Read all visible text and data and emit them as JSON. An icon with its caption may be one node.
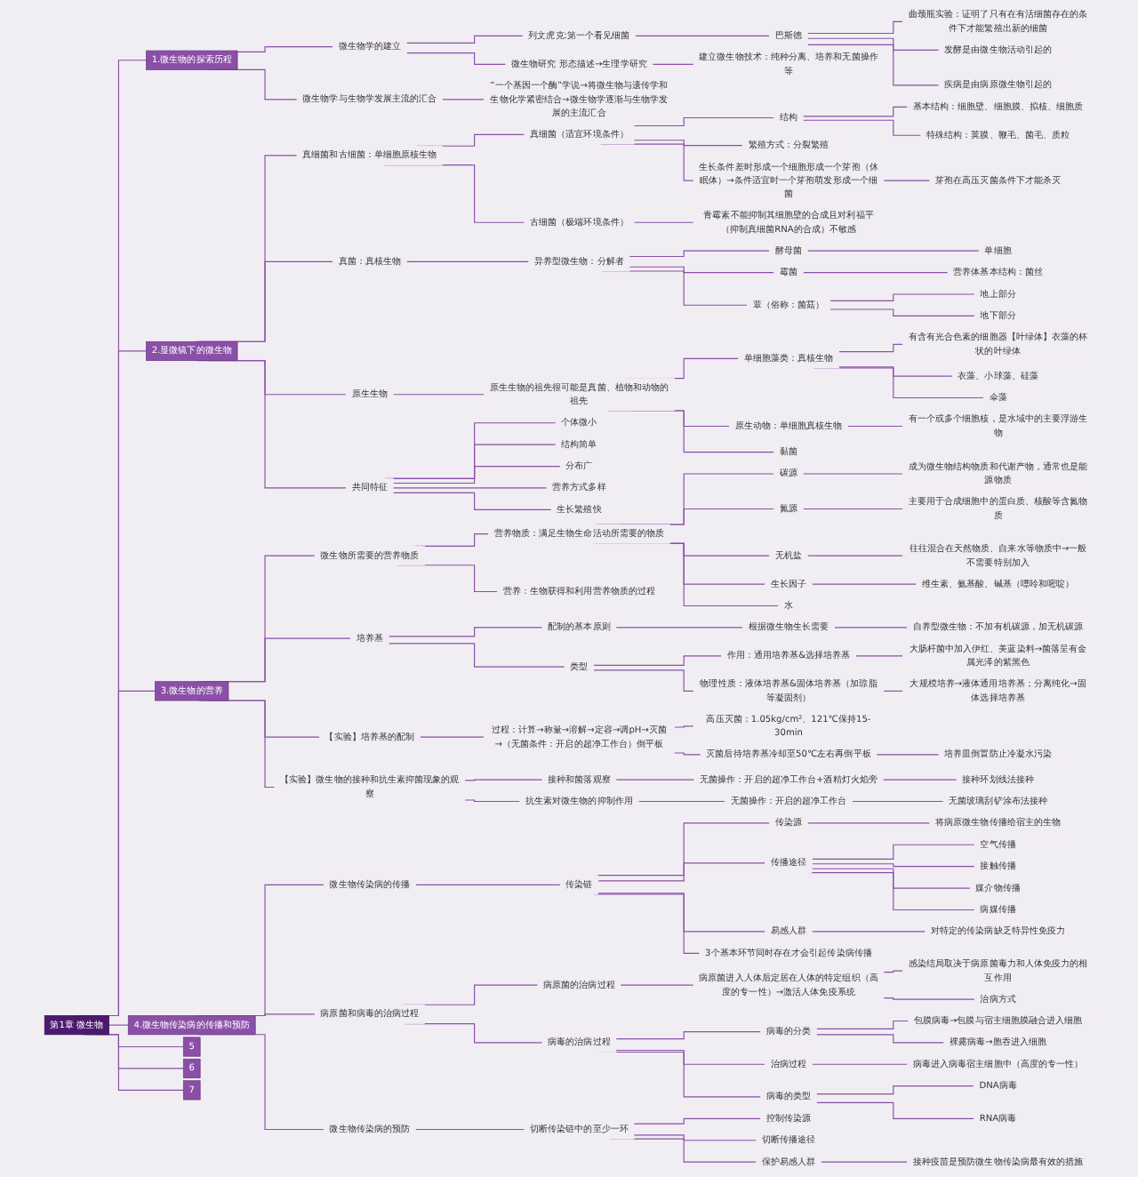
{
  "diagram": {
    "nodes": [
      {
        "text": [
          "第1章 微生物"
        ]
      },
      {
        "text": [
          "1.微生物的探索历程"
        ]
      },
      {
        "text": [
          "微生物学的建立"
        ]
      },
      {
        "text": [
          "列文虎克:第一个看见细菌"
        ]
      },
      {
        "text": [
          "巴斯德"
        ]
      },
      {
        "text": [
          "曲颈瓶实验：证明了只有在有活细菌存在的条件下才能繁殖出新的细菌"
        ]
      },
      {
        "text": [
          "发酵是由微生物活动引起的"
        ]
      },
      {
        "text": [
          "疾病是由病原微生物引起的"
        ]
      },
      {
        "text": [
          "微生物研究 形态描述→生理学研究"
        ]
      },
      {
        "text": [
          "建立微生物技术：纯种分离、培养和无菌操作等"
        ]
      },
      {
        "text": [
          "微生物学与生物学发展主流的汇合"
        ]
      },
      {
        "text": [
          "“一个基因一个酶”学说→将微生物与遗传学和生物化学紧密结合→微生物学逐渐与生物学发展的主流汇合"
        ]
      },
      {
        "text": [
          "2.显微镜下的微生物"
        ]
      },
      {
        "text": [
          "真细菌和古细菌：单细胞原核生物"
        ]
      },
      {
        "text": [
          "真细菌（适宜环境条件）"
        ]
      },
      {
        "text": [
          "结构"
        ]
      },
      {
        "text": [
          "基本结构：细胞壁、细胞膜、拟核、细胞质"
        ]
      },
      {
        "text": [
          "特殊结构：荚膜、鞭毛、菌毛、质粒"
        ]
      },
      {
        "text": [
          "繁殖方式：分裂繁殖"
        ]
      },
      {
        "text": [
          "生长条件差时形成一个细胞形成一个芽孢（休眠体）→条件适宜时一个芽孢萌发形成一个细菌"
        ]
      },
      {
        "text": [
          "芽孢在高压灭菌条件下才能杀灭"
        ]
      },
      {
        "text": [
          "古细菌（极端环境条件）"
        ]
      },
      {
        "text": [
          "青霉素不能抑制其细胞壁的合成且对利福平（抑制真细菌RNA的合成）不敏感"
        ]
      },
      {
        "text": [
          "真菌：真核生物"
        ]
      },
      {
        "text": [
          "异养型微生物：分解者"
        ]
      },
      {
        "text": [
          "酵母菌"
        ]
      },
      {
        "text": [
          "单细胞"
        ]
      },
      {
        "text": [
          "霉菌"
        ]
      },
      {
        "text": [
          "营养体基本结构：菌丝"
        ]
      },
      {
        "text": [
          "蕈（俗称：菌菇）"
        ]
      },
      {
        "text": [
          "地上部分"
        ]
      },
      {
        "text": [
          "地下部分"
        ]
      },
      {
        "text": [
          "原生生物"
        ]
      },
      {
        "text": [
          "原生生物的祖先很可能是真菌、植物和动物的祖先"
        ]
      },
      {
        "text": [
          "单细胞藻类：真核生物"
        ]
      },
      {
        "text": [
          "有含有光合色素的细胞器【叶绿体】衣藻的杯状的叶绿体"
        ]
      },
      {
        "text": [
          "衣藻、小球藻、硅藻"
        ]
      },
      {
        "text": [
          "伞藻"
        ]
      },
      {
        "text": [
          "原生动物：单细胞真核生物"
        ]
      },
      {
        "text": [
          "有一个或多个细胞核，是水域中的主要浮游生物"
        ]
      },
      {
        "text": [
          "黏菌"
        ]
      },
      {
        "text": [
          "共同特征"
        ]
      },
      {
        "text": [
          "个体微小"
        ]
      },
      {
        "text": [
          "结构简单"
        ]
      },
      {
        "text": [
          "分布广"
        ]
      },
      {
        "text": [
          "营养方式多样"
        ]
      },
      {
        "text": [
          "生长繁殖快"
        ]
      },
      {
        "text": [
          "3.微生物的营养"
        ]
      },
      {
        "text": [
          "微生物所需要的营养物质"
        ]
      },
      {
        "text": [
          "营养物质：满足生物生命活动所需要的物质"
        ]
      },
      {
        "text": [
          "碳源"
        ]
      },
      {
        "text": [
          "成为微生物结构物质和代谢产物，通常也是能源物质"
        ]
      },
      {
        "text": [
          "氮源"
        ]
      },
      {
        "text": [
          "主要用于合成细胞中的蛋白质、核酸等含氮物质"
        ]
      },
      {
        "text": [
          "无机盐"
        ]
      },
      {
        "text": [
          "往往混合在天然物质、自来水等物质中→一般不需要特别加入"
        ]
      },
      {
        "text": [
          "生长因子"
        ]
      },
      {
        "text": [
          "维生素、氨基酸、碱基（嘌呤和嘧啶）"
        ]
      },
      {
        "text": [
          "水"
        ]
      },
      {
        "text": [
          "营养：生物获得和利用营养物质的过程"
        ]
      },
      {
        "text": [
          "培养基"
        ]
      },
      {
        "text": [
          "配制的基本原则"
        ]
      },
      {
        "text": [
          "根据微生物生长需要"
        ]
      },
      {
        "text": [
          "自养型微生物：不加有机碳源，加无机碳源"
        ]
      },
      {
        "text": [
          "类型"
        ]
      },
      {
        "text": [
          "作用：通用培养基&选择培养基"
        ]
      },
      {
        "text": [
          "大肠杆菌中加入伊红、美蓝染料→菌落呈有金属光泽的紫黑色"
        ]
      },
      {
        "text": [
          "物理性质：液体培养基&固体培养基（加琼脂等凝固剂）"
        ]
      },
      {
        "text": [
          "大规模培养→液体通用培养基；分离纯化→固体选择培养基"
        ]
      },
      {
        "text": [
          "【实验】培养基的配制"
        ]
      },
      {
        "text": [
          "过程：计算→称量→溶解→定容→调pH→灭菌→（无菌条件：开启的超净工作台）倒平板"
        ]
      },
      {
        "text": [
          "高压灭菌：1.05kg/cm²、121℃保持15-30min"
        ]
      },
      {
        "text": [
          "灭菌后待培养基冷却至50℃左右再倒平板"
        ]
      },
      {
        "text": [
          "培养皿倒置防止冷凝水污染"
        ]
      },
      {
        "text": [
          "【实验】微生物的接种和抗生素抑菌现象的观察"
        ]
      },
      {
        "text": [
          "接种和菌落观察"
        ]
      },
      {
        "text": [
          "无菌操作：开启的超净工作台+酒精灯火焰旁"
        ]
      },
      {
        "text": [
          "接种环划线法接种"
        ]
      },
      {
        "text": [
          "抗生素对微生物的抑制作用"
        ]
      },
      {
        "text": [
          "无菌操作：开启的超净工作台"
        ]
      },
      {
        "text": [
          "无菌玻璃刮铲涂布法接种"
        ]
      },
      {
        "text": [
          "4.微生物传染病的传播和预防"
        ]
      },
      {
        "text": [
          "微生物传染病的传播"
        ]
      },
      {
        "text": [
          "传染链"
        ]
      },
      {
        "text": [
          "传染源"
        ]
      },
      {
        "text": [
          "将病原微生物传播给宿主的生物"
        ]
      },
      {
        "text": [
          "传播途径"
        ]
      },
      {
        "text": [
          "空气传播"
        ]
      },
      {
        "text": [
          "接触传播"
        ]
      },
      {
        "text": [
          "媒介物传播"
        ]
      },
      {
        "text": [
          "病媒传播"
        ]
      },
      {
        "text": [
          "易感人群"
        ]
      },
      {
        "text": [
          "对特定的传染病缺乏特异性免疫力"
        ]
      },
      {
        "text": [
          "3个基本环节同时存在才会引起传染病传播"
        ]
      },
      {
        "text": [
          "病原菌和病毒的治病过程"
        ]
      },
      {
        "text": [
          "病原菌的治病过程"
        ]
      },
      {
        "text": [
          "病原菌进入人体后定居在人体的特定组织（高度的专一性）→激活人体免疫系统"
        ]
      },
      {
        "text": [
          "感染结局取决于病原菌毒力和人体免疫力的相互作用"
        ]
      },
      {
        "text": [
          "治病方式"
        ]
      },
      {
        "text": [
          "病毒的治病过程"
        ]
      },
      {
        "text": [
          "病毒的分类"
        ]
      },
      {
        "text": [
          "包膜病毒→包膜与宿主细胞膜融合进入细胞"
        ]
      },
      {
        "text": [
          "裸露病毒→胞吞进入细胞"
        ]
      },
      {
        "text": [
          "治病过程"
        ]
      },
      {
        "text": [
          "病毒进入病毒宿主细胞中（高度的专一性）"
        ]
      },
      {
        "text": [
          "病毒的类型"
        ]
      },
      {
        "text": [
          "DNA病毒"
        ]
      },
      {
        "text": [
          "RNA病毒"
        ]
      },
      {
        "text": [
          "微生物传染病的预防"
        ]
      },
      {
        "text": [
          "切断传染链中的至少一环"
        ]
      },
      {
        "text": [
          "控制传染源"
        ]
      },
      {
        "text": [
          "切断传播途径"
        ]
      },
      {
        "text": [
          "保护易感人群"
        ]
      },
      {
        "text": [
          "接种疫苗是预防微生物传染病最有效的措施"
        ]
      },
      {
        "text": [
          "5"
        ]
      },
      {
        "text": [
          "6"
        ]
      },
      {
        "text": [
          "7"
        ]
      }
    ],
    "edges": [
      {
        "from": 0,
        "to": 1,
        "arrow": "none"
      },
      {
        "from": 1,
        "to": 2,
        "arrow": "none"
      },
      {
        "from": 2,
        "to": 3,
        "arrow": "none"
      },
      {
        "from": 3,
        "to": 4,
        "arrow": "none"
      },
      {
        "from": 4,
        "to": 5,
        "arrow": "none"
      },
      {
        "from": 4,
        "to": 6,
        "arrow": "none"
      },
      {
        "from": 4,
        "to": 7,
        "arrow": "none"
      },
      {
        "from": 2,
        "to": 8,
        "arrow": "none"
      },
      {
        "from": 8,
        "to": 9,
        "arrow": "none"
      },
      {
        "from": 1,
        "to": 10,
        "arrow": "none"
      },
      {
        "from": 10,
        "to": 11,
        "arrow": "none"
      },
      {
        "from": 0,
        "to": 12,
        "arrow": "none"
      },
      {
        "from": 12,
        "to": 13,
        "arrow": "none"
      },
      {
        "from": 13,
        "to": 14,
        "arrow": "none"
      },
      {
        "from": 14,
        "to": 15,
        "arrow": "none"
      },
      {
        "from": 15,
        "to": 16,
        "arrow": "none"
      },
      {
        "from": 15,
        "to": 17,
        "arrow": "none"
      },
      {
        "from": 14,
        "to": 18,
        "arrow": "none"
      },
      {
        "from": 14,
        "to": 19,
        "arrow": "none"
      },
      {
        "from": 19,
        "to": 20,
        "arrow": "none"
      },
      {
        "from": 13,
        "to": 21,
        "arrow": "none"
      },
      {
        "from": 21,
        "to": 22,
        "arrow": "none"
      },
      {
        "from": 12,
        "to": 23,
        "arrow": "none"
      },
      {
        "from": 23,
        "to": 24,
        "arrow": "none"
      },
      {
        "from": 24,
        "to": 25,
        "arrow": "none"
      },
      {
        "from": 25,
        "to": 26,
        "arrow": "none"
      },
      {
        "from": 24,
        "to": 27,
        "arrow": "none"
      },
      {
        "from": 27,
        "to": 28,
        "arrow": "none"
      },
      {
        "from": 24,
        "to": 29,
        "arrow": "none"
      },
      {
        "from": 29,
        "to": 30,
        "arrow": "none"
      },
      {
        "from": 29,
        "to": 31,
        "arrow": "none"
      },
      {
        "from": 12,
        "to": 32,
        "arrow": "none"
      },
      {
        "from": 32,
        "to": 33,
        "arrow": "none"
      },
      {
        "from": 33,
        "to": 34,
        "arrow": "none"
      },
      {
        "from": 34,
        "to": 35,
        "arrow": "none"
      },
      {
        "from": 34,
        "to": 36,
        "arrow": "none"
      },
      {
        "from": 34,
        "to": 37,
        "arrow": "none"
      },
      {
        "from": 33,
        "to": 38,
        "arrow": "none"
      },
      {
        "from": 38,
        "to": 39,
        "arrow": "none"
      },
      {
        "from": 33,
        "to": 40,
        "arrow": "none"
      },
      {
        "from": 12,
        "to": 41,
        "arrow": "none"
      },
      {
        "from": 41,
        "to": 42,
        "arrow": "none"
      },
      {
        "from": 41,
        "to": 43,
        "arrow": "none"
      },
      {
        "from": 41,
        "to": 44,
        "arrow": "none"
      },
      {
        "from": 41,
        "to": 45,
        "arrow": "none"
      },
      {
        "from": 41,
        "to": 46,
        "arrow": "none"
      },
      {
        "from": 0,
        "to": 47,
        "arrow": "none"
      },
      {
        "from": 47,
        "to": 48,
        "arrow": "none"
      },
      {
        "from": 48,
        "to": 49,
        "arrow": "none"
      },
      {
        "from": 49,
        "to": 50,
        "arrow": "none"
      },
      {
        "from": 50,
        "to": 51,
        "arrow": "none"
      },
      {
        "from": 49,
        "to": 52,
        "arrow": "none"
      },
      {
        "from": 52,
        "to": 53,
        "arrow": "none"
      },
      {
        "from": 49,
        "to": 54,
        "arrow": "none"
      },
      {
        "from": 54,
        "to": 55,
        "arrow": "none"
      },
      {
        "from": 49,
        "to": 56,
        "arrow": "none"
      },
      {
        "from": 56,
        "to": 57,
        "arrow": "none"
      },
      {
        "from": 49,
        "to": 58,
        "arrow": "none"
      },
      {
        "from": 48,
        "to": 59,
        "arrow": "none"
      },
      {
        "from": 47,
        "to": 60,
        "arrow": "none"
      },
      {
        "from": 60,
        "to": 61,
        "arrow": "none"
      },
      {
        "from": 61,
        "to": 62,
        "arrow": "none"
      },
      {
        "from": 62,
        "to": 63,
        "arrow": "none"
      },
      {
        "from": 60,
        "to": 64,
        "arrow": "none"
      },
      {
        "from": 64,
        "to": 65,
        "arrow": "none"
      },
      {
        "from": 65,
        "to": 66,
        "arrow": "none"
      },
      {
        "from": 64,
        "to": 67,
        "arrow": "none"
      },
      {
        "from": 67,
        "to": 68,
        "arrow": "none"
      },
      {
        "from": 47,
        "to": 69,
        "arrow": "none"
      },
      {
        "from": 69,
        "to": 70,
        "arrow": "none"
      },
      {
        "from": 70,
        "to": 71,
        "arrow": "none"
      },
      {
        "from": 70,
        "to": 72,
        "arrow": "none"
      },
      {
        "from": 72,
        "to": 73,
        "arrow": "none"
      },
      {
        "from": 47,
        "to": 74,
        "arrow": "none"
      },
      {
        "from": 74,
        "to": 75,
        "arrow": "none"
      },
      {
        "from": 75,
        "to": 76,
        "arrow": "none"
      },
      {
        "from": 76,
        "to": 77,
        "arrow": "none"
      },
      {
        "from": 74,
        "to": 78,
        "arrow": "none"
      },
      {
        "from": 78,
        "to": 79,
        "arrow": "none"
      },
      {
        "from": 79,
        "to": 80,
        "arrow": "none"
      },
      {
        "from": 0,
        "to": 81,
        "arrow": "none"
      },
      {
        "from": 81,
        "to": 82,
        "arrow": "none"
      },
      {
        "from": 82,
        "to": 83,
        "arrow": "none"
      },
      {
        "from": 83,
        "to": 84,
        "arrow": "none"
      },
      {
        "from": 84,
        "to": 85,
        "arrow": "none"
      },
      {
        "from": 83,
        "to": 86,
        "arrow": "none"
      },
      {
        "from": 86,
        "to": 87,
        "arrow": "none"
      },
      {
        "from": 86,
        "to": 88,
        "arrow": "none"
      },
      {
        "from": 86,
        "to": 89,
        "arrow": "none"
      },
      {
        "from": 86,
        "to": 90,
        "arrow": "none"
      },
      {
        "from": 83,
        "to": 91,
        "arrow": "none"
      },
      {
        "from": 91,
        "to": 92,
        "arrow": "none"
      },
      {
        "from": 83,
        "to": 93,
        "arrow": "none"
      },
      {
        "from": 81,
        "to": 94,
        "arrow": "none"
      },
      {
        "from": 94,
        "to": 95,
        "arrow": "none"
      },
      {
        "from": 95,
        "to": 96,
        "arrow": "none"
      },
      {
        "from": 96,
        "to": 97,
        "arrow": "none"
      },
      {
        "from": 96,
        "to": 98,
        "arrow": "none"
      },
      {
        "from": 94,
        "to": 99,
        "arrow": "none"
      },
      {
        "from": 99,
        "to": 100,
        "arrow": "none"
      },
      {
        "from": 100,
        "to": 101,
        "arrow": "none"
      },
      {
        "from": 100,
        "to": 102,
        "arrow": "none"
      },
      {
        "from": 99,
        "to": 103,
        "arrow": "none"
      },
      {
        "from": 103,
        "to": 104,
        "arrow": "none"
      },
      {
        "from": 99,
        "to": 105,
        "arrow": "none"
      },
      {
        "from": 105,
        "to": 106,
        "arrow": "none"
      },
      {
        "from": 105,
        "to": 107,
        "arrow": "none"
      },
      {
        "from": 81,
        "to": 108,
        "arrow": "none"
      },
      {
        "from": 108,
        "to": 109,
        "arrow": "none"
      },
      {
        "from": 109,
        "to": 110,
        "arrow": "none"
      },
      {
        "from": 109,
        "to": 111,
        "arrow": "none"
      },
      {
        "from": 109,
        "to": 112,
        "arrow": "none"
      },
      {
        "from": 112,
        "to": 113,
        "arrow": "none"
      },
      {
        "from": 0,
        "to": 114,
        "arrow": "none"
      },
      {
        "from": 0,
        "to": 115,
        "arrow": "none"
      },
      {
        "from": 0,
        "to": 116,
        "arrow": "none"
      }
    ]
  }
}
